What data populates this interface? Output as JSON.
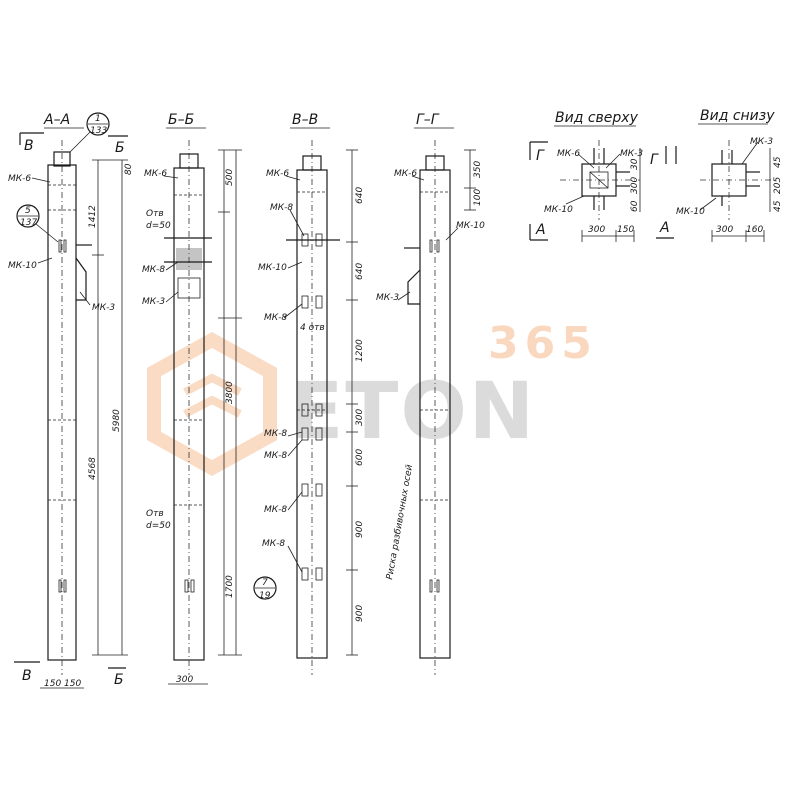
{
  "sections": {
    "aa": "А–А",
    "bb": "Б–Б",
    "vv": "В–В",
    "gg": "Г–Г",
    "top_view": "Вид сверху",
    "bottom_view": "Вид снизу"
  },
  "callouts": {
    "c1_num": "1",
    "c1_den": "133",
    "c2_num": "5",
    "c2_den": "137",
    "c3_num": "7",
    "c3_den": "19"
  },
  "section_marks": {
    "v_top": "В",
    "b_top": "Б",
    "v_bottom": "В",
    "b_bottom": "Б",
    "g_plan": "Г",
    "a_plan": "А",
    "g_plan2": "Г",
    "a_plan2": "А"
  },
  "labels": {
    "aa_mk6": "МК-6",
    "aa_mk10": "МК-10",
    "aa_mk3": "МК-3",
    "bb_mk6": "МК-6",
    "bb_otv1": "Отв",
    "bb_d50_1": "d=50",
    "bb_mk8": "МК-8",
    "bb_mk3": "МК-3",
    "bb_otv2": "Отв",
    "bb_d50_2": "d=50",
    "vv_mk6": "МК-6",
    "vv_mk8a": "МК-8",
    "vv_mk10": "МК-10",
    "vv_mk8b": "МК-8",
    "vv_mk8c": "МК-8",
    "vv_mk8d": "МК-8",
    "vv_mk8e": "МК-8",
    "vv_mk8f": "МК-8",
    "vv_note": "4 отв",
    "gg_mk6": "МК-6",
    "gg_mk10": "МК-10",
    "gg_mk3": "МК-3",
    "gg_vertical": "Риска разбивочных осей",
    "plan_mk6": "МК-6",
    "plan_mk3": "МК-3",
    "plan_mk10": "МК-10",
    "plan2_mk3": "МК-3",
    "plan2_mk10": "МК-10"
  },
  "dimensions": {
    "aa_1412": "1412",
    "aa_4568": "4568",
    "aa_5980": "5980",
    "aa_80": "80",
    "aa_base": "150 150",
    "bb_500": "500",
    "bb_3800": "3800",
    "bb_1700": "1700",
    "bb_base": "300",
    "vv_640a": "640",
    "vv_640b": "640",
    "vv_1200": "1200",
    "vv_300": "300",
    "vv_600": "600",
    "vv_900a": "900",
    "vv_900b": "900",
    "gg_350": "350",
    "gg_100": "100",
    "p1_300a": "300",
    "p1_300b": "300",
    "p1_60": "60",
    "p1_150": "150",
    "p1_30": "30",
    "p2_45a": "45",
    "p2_205": "205",
    "p2_45b": "45",
    "p2_300": "300",
    "p2_160": "160"
  },
  "watermark": {
    "number": "365",
    "text": "ETON"
  }
}
